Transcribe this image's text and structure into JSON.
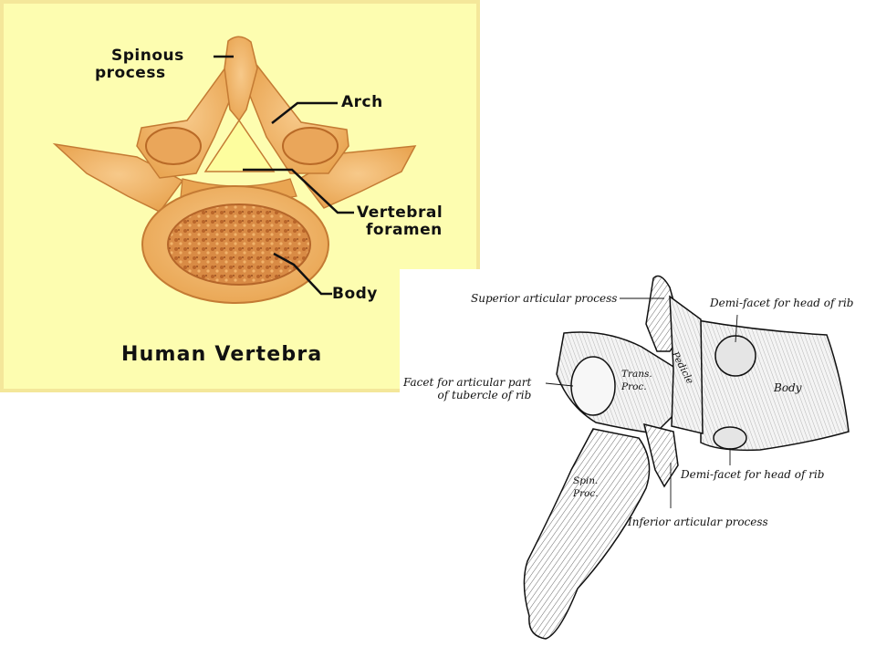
{
  "colors": {
    "panel_a_bg": "#fdfdb0",
    "bone": "#f2b668",
    "bone_dark": "#c87f2e",
    "marrow": "#d7863e",
    "line": "#111111"
  },
  "panel_a": {
    "title": "Human Vertebra",
    "labels": {
      "spinous_process": [
        "Spinous",
        "process"
      ],
      "arch": "Arch",
      "vertebral_foramen": [
        "Vertebral",
        "foramen"
      ],
      "body": "Body"
    }
  },
  "panel_b": {
    "labels": {
      "superior_articular_process": "Superior articular process",
      "demi_facet_top": "Demi-facet for head of rib",
      "facet_articular": [
        "Facet for articular part",
        "of tubercle of rib"
      ],
      "trans_proc": [
        "Trans.",
        "Proc."
      ],
      "body": "Body",
      "pedicle": "Pedicle",
      "spin_proc": [
        "Spin.",
        "Proc."
      ],
      "demi_facet_bottom": "Demi-facet for head of rib",
      "inferior_articular_process": "Inferior articular process"
    }
  }
}
